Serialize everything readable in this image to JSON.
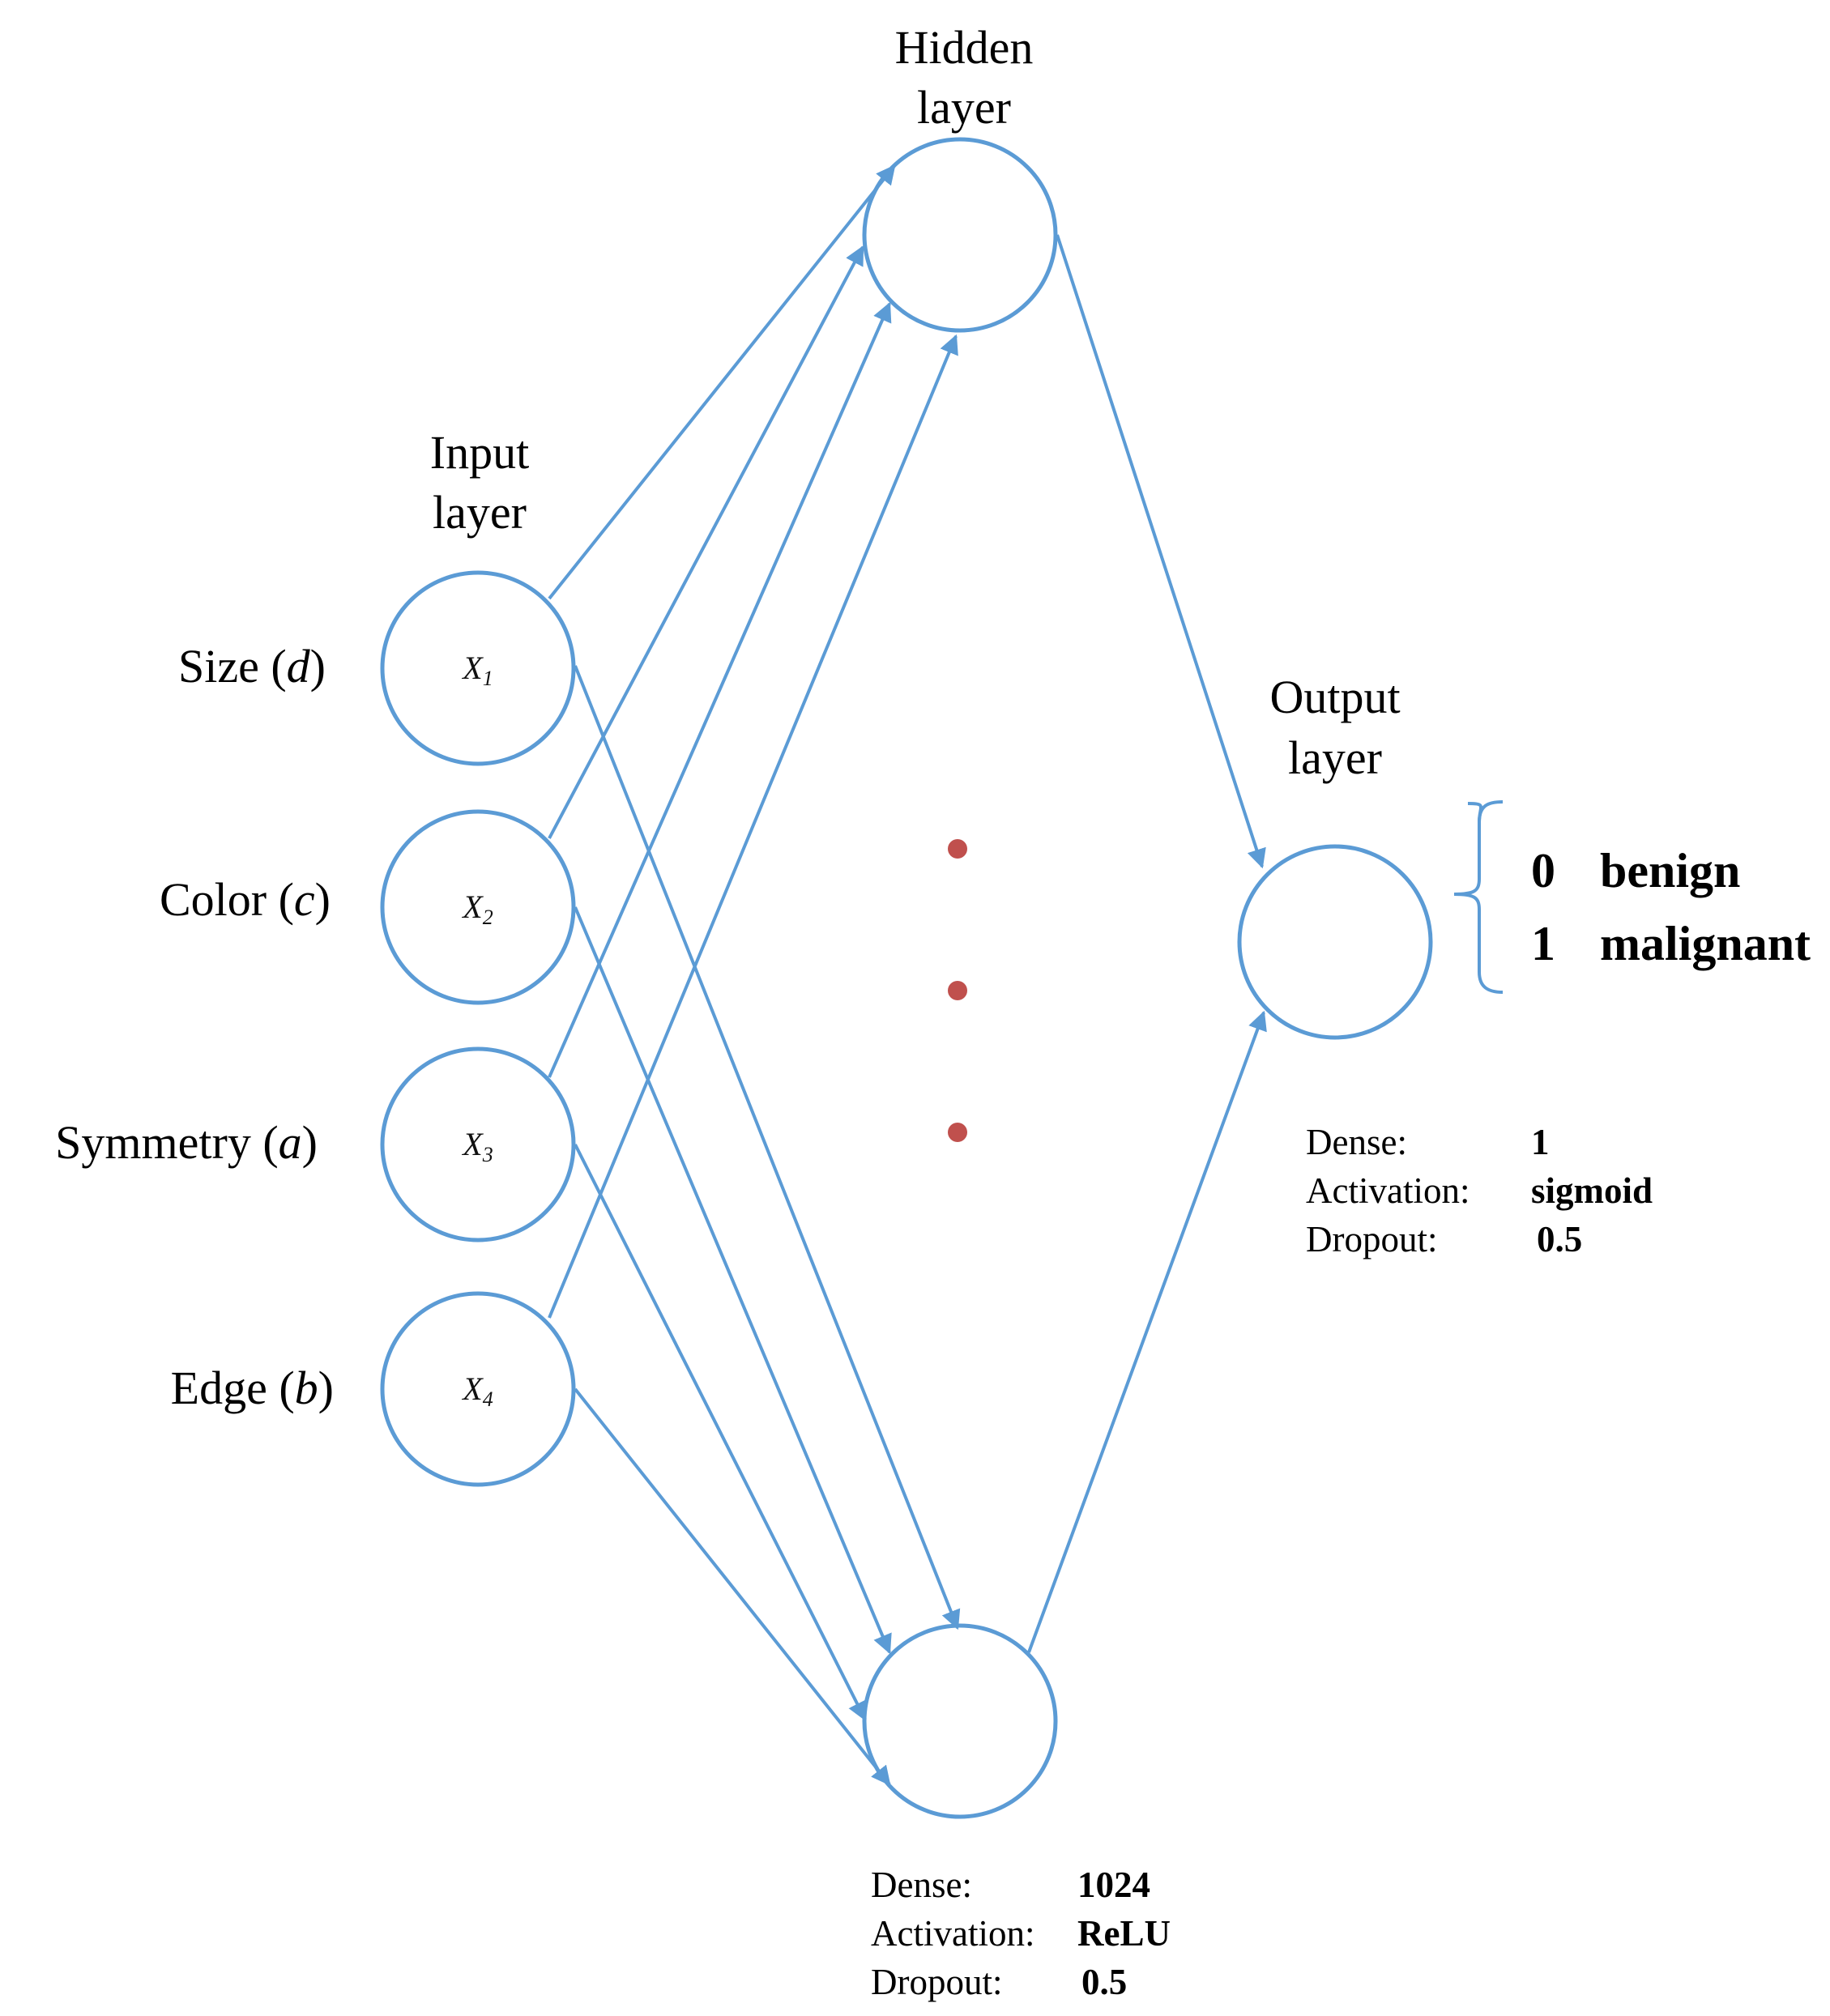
{
  "hidden_layer": {
    "title_line1": "Hidden",
    "title_line2": "layer"
  },
  "input_layer": {
    "title_line1": "Input",
    "title_line2": "layer",
    "nodes": [
      {
        "feature": "Size",
        "symbol": "d",
        "var": "X",
        "sub": "1"
      },
      {
        "feature": "Color",
        "symbol": "c",
        "var": "X",
        "sub": "2"
      },
      {
        "feature": "Symmetry",
        "symbol": "a",
        "var": "X",
        "sub": "3"
      },
      {
        "feature": "Edge",
        "symbol": "b",
        "var": "X",
        "sub": "4"
      }
    ]
  },
  "output_layer": {
    "title_line1": "Output",
    "title_line2": "layer",
    "classes": [
      {
        "code": "0",
        "name": "benign"
      },
      {
        "code": "1",
        "name": "malignant"
      }
    ]
  },
  "hidden_specs": {
    "dense_label": "Dense:",
    "dense_value": "1024",
    "activation_label": "Activation:",
    "activation_value": "ReLU",
    "dropout_label": "Dropout:",
    "dropout_value": "0.5"
  },
  "output_specs": {
    "dense_label": "Dense:",
    "dense_value": "1",
    "activation_label": "Activation:",
    "activation_value": "sigmoid",
    "dropout_label": "Dropout:",
    "dropout_value": "0.5"
  },
  "colors": {
    "node": "#5b9bd5",
    "ellipsis_dot": "#c0504d"
  }
}
